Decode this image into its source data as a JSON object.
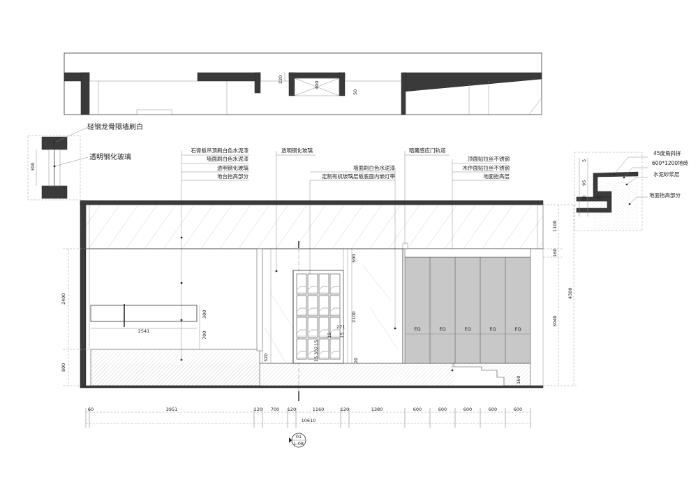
{
  "plan": {
    "dims": {
      "d220": "220",
      "d400": "400",
      "d50": "50"
    }
  },
  "left_detail": {
    "title": "轻钢龙骨隔墙刷白",
    "glass": "透明钢化玻璃",
    "dim": "300"
  },
  "callouts_left": [
    "石膏板吊顶刷白色水泥漆",
    "墙面刷白色水泥漆",
    "透明钢化玻璃",
    "地台抬高部分"
  ],
  "callout_glass": "透明钢化玻璃",
  "callouts_mid": [
    "墙面刷白色水泥漆",
    "定制有机玻璃层板底面内嵌灯带"
  ],
  "callout_track": "暗藏感应门轨道",
  "callouts_right": [
    "顶面贴拉丝不锈钢",
    "木作面贴拉丝不锈钢",
    "地面抬高层"
  ],
  "right_detail": {
    "labels": [
      "45度角斜拼",
      "600*1200地砖",
      "水泥砂浆层",
      "地面抬高部分"
    ],
    "dims": {
      "d5": "5",
      "d95": "95",
      "d60a": "60",
      "d60b": "60"
    }
  },
  "elevation": {
    "left_dims": {
      "d2400": "2400",
      "d800": "800"
    },
    "right_dims": {
      "d1100": "1100",
      "d160": "160",
      "d3040": "3040",
      "d4300": "4300"
    },
    "inner_dims": {
      "d2541": "2541",
      "d300": "300",
      "d700": "700",
      "d320": "320",
      "d500": "500",
      "d2100": "2100",
      "d271": "271",
      "d15a": "15",
      "d15b": "15",
      "d332": "332",
      "d15c": "15",
      "d15d": "15",
      "d20": "20",
      "d160b": "160"
    },
    "eq_labels": [
      "EQ",
      "EQ",
      "EQ",
      "EQ",
      "EQ"
    ]
  },
  "bottom_dims": [
    "60",
    "3951",
    "120",
    "700",
    "120",
    "1160",
    "120",
    "1380",
    "600",
    "600",
    "600",
    "600",
    "600"
  ],
  "total_dim": "10610",
  "section_mark": {
    "top": "01",
    "bottom": "L-08"
  }
}
